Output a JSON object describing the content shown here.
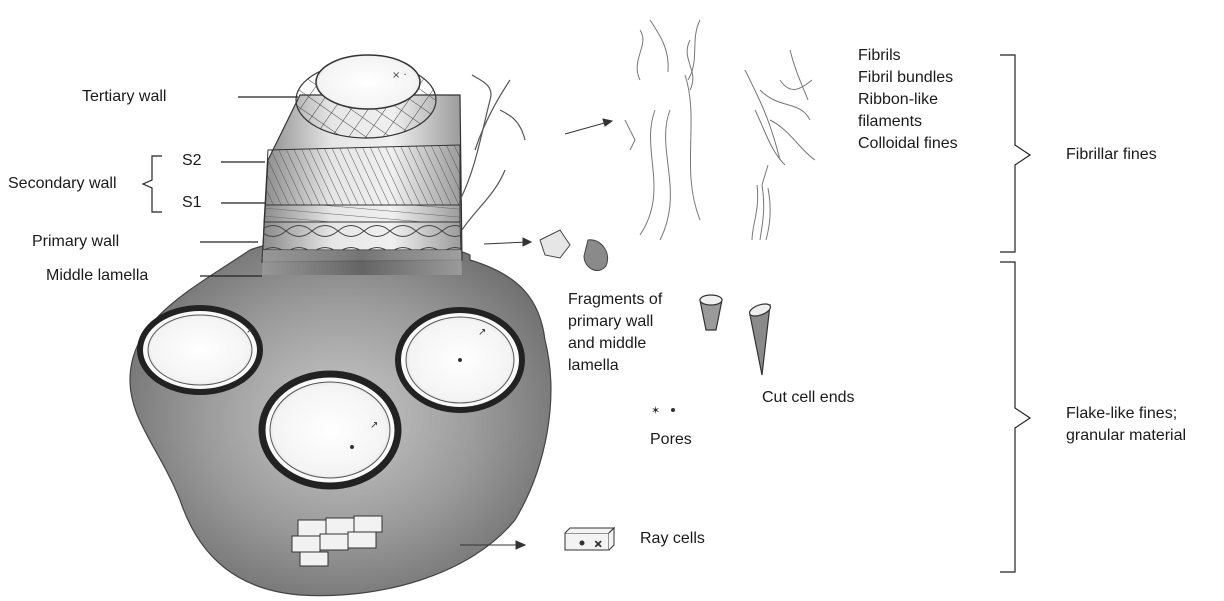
{
  "labels": {
    "tertiary_wall": "Tertiary wall",
    "s2": "S2",
    "secondary_wall": "Secondary wall",
    "s1": "S1",
    "primary_wall": "Primary wall",
    "middle_lamella": "Middle lamella",
    "fibrils": "Fibrils",
    "fibril_bundles": "Fibril bundles",
    "ribbon_like": "Ribbon-like",
    "filaments": "filaments",
    "colloidal_fines": "Colloidal fines",
    "fibrillar_fines": "Fibrillar fines",
    "fragments_1": "Fragments of",
    "fragments_2": "primary wall",
    "fragments_3": "and middle",
    "fragments_4": "lamella",
    "cut_cell_ends": "Cut cell ends",
    "pores": "Pores",
    "flake_like_1": "Flake-like fines;",
    "flake_like_2": "granular material",
    "ray_cells": "Ray cells"
  },
  "colors": {
    "ink": "#1a1a1a",
    "pencil": "#555555",
    "shade_dark": "#6e6e6e",
    "shade_light": "#d8d8d8",
    "paper": "#ffffff"
  }
}
